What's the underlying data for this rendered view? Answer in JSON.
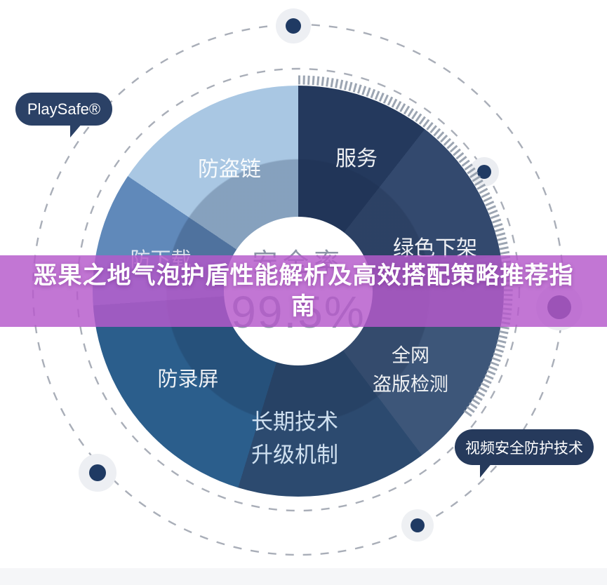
{
  "banner": {
    "title_full": "恶果之地气泡护盾性能解析及高效搭配策略推荐指南",
    "title_line1": "恶果之地气泡护盾性能解析及高效搭配策略推荐指",
    "title_line2": "南",
    "bg_color": "#b65acb"
  },
  "bubbles": {
    "playsafe": "PlaySafe®",
    "tech": "视频安全防护技术",
    "bubble_color": "#2b4166"
  },
  "center": {
    "label": "安全率",
    "value": "99.5%"
  },
  "donut_labels": [
    {
      "text": "防盗链"
    },
    {
      "text": "服务"
    },
    {
      "text": "绿色下架"
    },
    {
      "text": "全网\n盗版检测"
    },
    {
      "text": "长期技术\n升级机制"
    },
    {
      "text": "防录屏"
    },
    {
      "text": "防下载"
    }
  ],
  "chart_data": {
    "type": "pie",
    "style": "donut",
    "title": "视频安全防护技术",
    "center_label": "安全率",
    "center_value": "99.5%",
    "legend_position": "on-slices",
    "segments": [
      {
        "label": "服务",
        "angle_start_deg": 0,
        "angle_end_deg": 38,
        "percent": 10.6,
        "color": "#24395d"
      },
      {
        "label": "绿色下架",
        "angle_start_deg": 38,
        "angle_end_deg": 80,
        "percent": 11.7,
        "color": "#33496e"
      },
      {
        "label": "全网盗版检测",
        "angle_start_deg": 80,
        "angle_end_deg": 143,
        "percent": 17.5,
        "color": "#3d5679"
      },
      {
        "label": "长期技术升级机制",
        "angle_start_deg": 143,
        "angle_end_deg": 197,
        "percent": 15.0,
        "color": "#2c4a6f"
      },
      {
        "label": "防录屏",
        "angle_start_deg": 197,
        "angle_end_deg": 266,
        "percent": 19.2,
        "color": "#2b5e8c"
      },
      {
        "label": "防下载",
        "angle_start_deg": 266,
        "angle_end_deg": 304,
        "percent": 10.6,
        "color": "#6089ba"
      },
      {
        "label": "防盗链",
        "angle_start_deg": 304,
        "angle_end_deg": 360,
        "percent": 15.6,
        "color": "#a9c7e3"
      }
    ]
  },
  "accents": {
    "orbit_dot_navy": "#1f3a63",
    "orbit_dot_halo": "#edeff3",
    "ring_dash_color": "#a9aeb8",
    "tick_arc_color": "#8b95a4",
    "kpi_text_color": "#8c96a7",
    "footer_strip_color": "#f5f6f8"
  }
}
